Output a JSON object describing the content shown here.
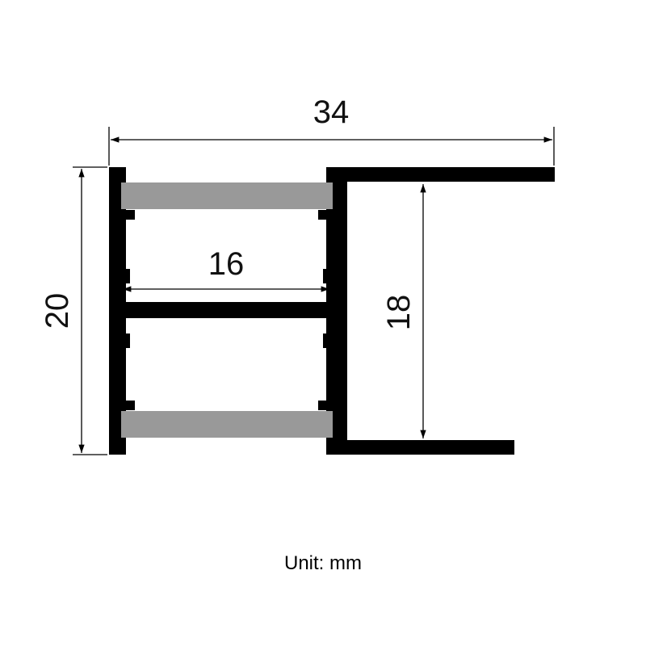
{
  "dimensions": {
    "width": "34",
    "height": "20",
    "inner_width": "16",
    "inner_height": "18"
  },
  "unit_label": "Unit: mm",
  "colors": {
    "profile": "#000000",
    "diffuser": "#999999",
    "dimension_line": "#000000",
    "background": "#ffffff"
  }
}
